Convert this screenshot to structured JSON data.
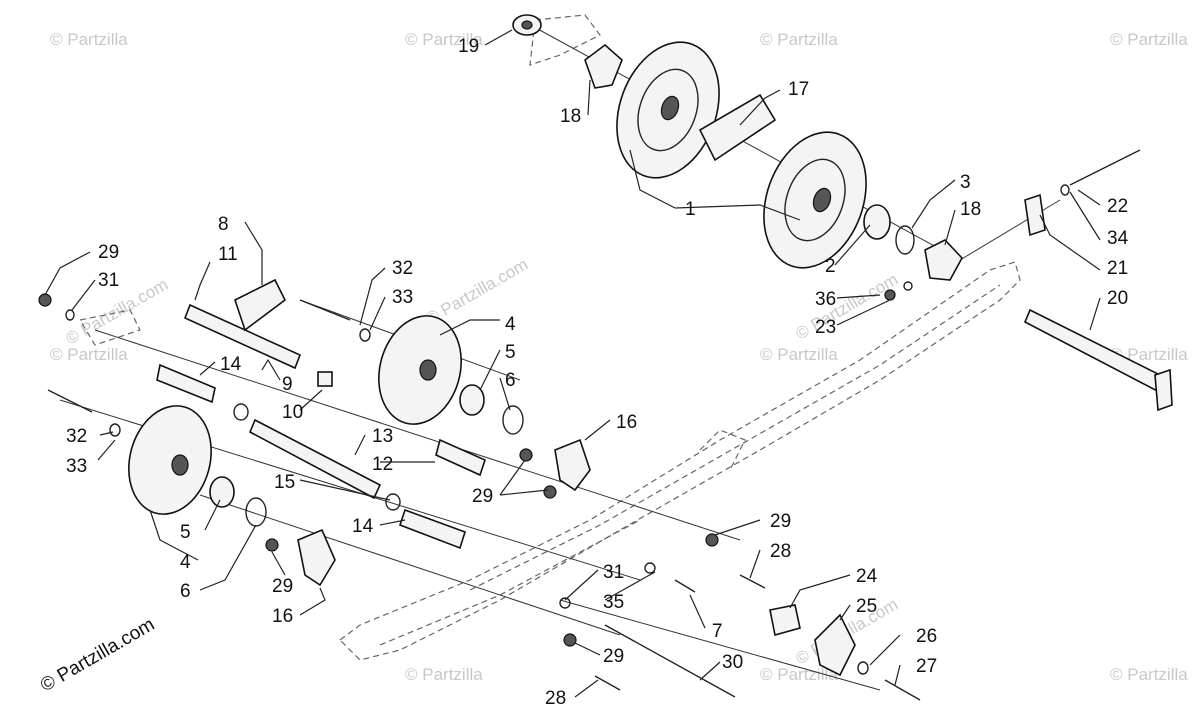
{
  "watermark": "© Partzilla",
  "watermark_secondary": "© Partzilla.com",
  "copyright": "© Partzilla.com",
  "part_numbers": [
    "19",
    "18",
    "17",
    "1",
    "3",
    "18",
    "2",
    "22",
    "34",
    "21",
    "36",
    "23",
    "20",
    "29",
    "31",
    "8",
    "11",
    "32",
    "33",
    "4",
    "5",
    "6",
    "14",
    "9",
    "10",
    "16",
    "13",
    "12",
    "29",
    "32",
    "33",
    "15",
    "14",
    "5",
    "4",
    "6",
    "29",
    "16",
    "29",
    "28",
    "31",
    "35",
    "7",
    "24",
    "25",
    "26",
    "27",
    "29",
    "30",
    "28"
  ]
}
